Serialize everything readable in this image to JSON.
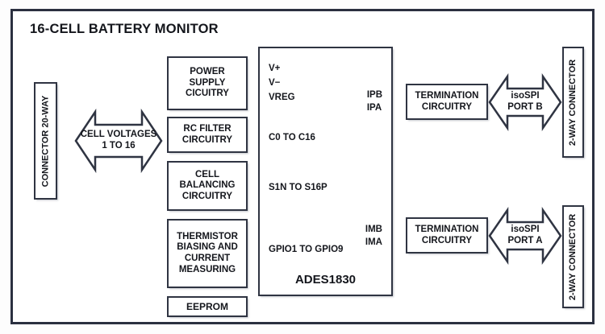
{
  "diagram": {
    "title": "16-CELL BATTERY MONITOR",
    "frame_color": "#2b3040",
    "box_border_color": "#2f3442",
    "background": "#ffffff"
  },
  "left_connector": {
    "name": "connector-20-way",
    "label": "CONNECTOR 20-WAY"
  },
  "cell_voltage_arrow": {
    "line1": "CELL VOLTAGES",
    "line2": "1 TO 16"
  },
  "front_end_blocks": [
    {
      "name": "power-supply-circuitry",
      "lines": [
        "POWER",
        "SUPPLY",
        "CICUITRY"
      ]
    },
    {
      "name": "rc-filter-circuitry",
      "lines": [
        "RC FILTER",
        "CIRCUITRY"
      ]
    },
    {
      "name": "cell-balancing-circuitry",
      "lines": [
        "CELL",
        "BALANCING",
        "CIRCUITRY"
      ]
    },
    {
      "name": "thermistor-biasing-and-current-measuring",
      "lines": [
        "THERMISTOR",
        "BIASING AND",
        "CURRENT",
        "MEASURING"
      ]
    },
    {
      "name": "eeprom",
      "lines": [
        "EEPROM"
      ]
    }
  ],
  "ic": {
    "part_name": "ADES1830",
    "left_pins": [
      {
        "name": "v-plus",
        "label": "V+"
      },
      {
        "name": "v-minus",
        "label": "V−"
      },
      {
        "name": "vreg",
        "label": "VREG"
      },
      {
        "name": "c0-to-c16",
        "label": "C0 TO C16"
      },
      {
        "name": "s1n-to-s16p",
        "label": "S1N TO S16P"
      },
      {
        "name": "gpio1-to-gpio9",
        "label": "GPIO1 TO GPIO9"
      }
    ],
    "right_pins_top": [
      {
        "name": "ipb",
        "label": "IPB"
      },
      {
        "name": "ipa",
        "label": "IPA"
      }
    ],
    "right_pins_bottom": [
      {
        "name": "imb",
        "label": "IMB"
      },
      {
        "name": "ima",
        "label": "IMA"
      }
    ]
  },
  "port_b": {
    "termination": {
      "line1": "TERMINATION",
      "line2": "CIRCUITRY"
    },
    "arrow": {
      "line1": "isoSPI",
      "line2": "PORT B"
    },
    "connector": "2-WAY CONNECTOR"
  },
  "port_a": {
    "termination": {
      "line1": "TERMINATION",
      "line2": "CIRCUITRY"
    },
    "arrow": {
      "line1": "isoSPI",
      "line2": "PORT A"
    },
    "connector": "2-WAY CONNECTOR"
  }
}
